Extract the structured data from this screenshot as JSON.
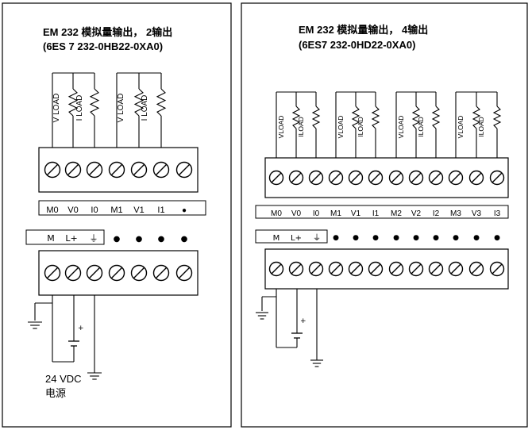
{
  "left": {
    "title_line1": "EM 232 模拟量输出， 2输出",
    "title_line2": "(6ES 7 232-0HB22-0XA0)",
    "loads": [
      "V LOAD",
      "I LOAD",
      "V LOAD",
      "I LOAD"
    ],
    "terminals": [
      "M0",
      "V0",
      "I0",
      "M1",
      "V1",
      "I1",
      "●"
    ],
    "power_terminals": [
      "M",
      "L+",
      "⏚"
    ],
    "power_dots": [
      "●",
      "●",
      "●",
      "●",
      "●"
    ],
    "supply_plus": "+",
    "supply_label_line1": "24 VDC",
    "supply_label_line2": "电源"
  },
  "right": {
    "title_line1": "EM 232 模拟量输出， 4输出",
    "title_line2": "(6ES7 232-0HD22-0XA0)",
    "loads": [
      "VLOAD",
      "ILOAD",
      "VLOAD",
      "ILOAD",
      "VLOAD",
      "ILOAD",
      "VLOAD",
      "ILOAD"
    ],
    "terminals": [
      "M0",
      "V0",
      "I0",
      "M1",
      "V1",
      "I1",
      "M2",
      "V2",
      "I2",
      "M3",
      "V3",
      "I3"
    ],
    "power_terminals": [
      "M",
      "L+",
      "⏚"
    ],
    "power_dots": [
      "●",
      "●",
      "●",
      "●",
      "●",
      "●",
      "●",
      "●",
      "●"
    ],
    "supply_plus": "+"
  }
}
